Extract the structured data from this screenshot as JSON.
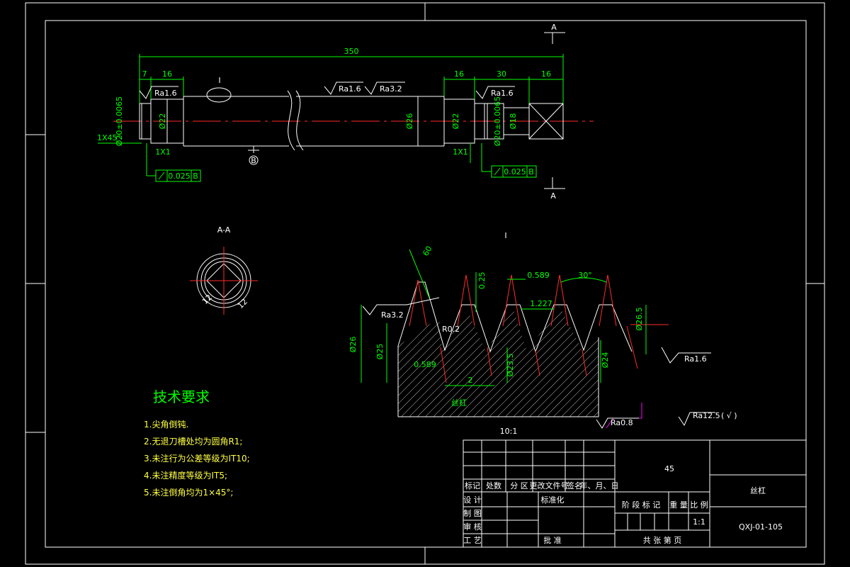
{
  "drawing": {
    "overall_length": "350",
    "dim_7": "7",
    "dim_16a": "16",
    "dim_16b": "16",
    "dim_30": "30",
    "dim_16c": "16",
    "dia_left_bearing": "Ø20±0.0065",
    "dia_22_left": "Ø22",
    "dia_26": "Ø26",
    "dia_22_right": "Ø22",
    "dia_20_right": "Ø20±0.0065",
    "dia_18": "Ø18",
    "chamfer_left": "1X45°",
    "groove_left": "1X1",
    "groove_right": "1X1",
    "ra_left": "Ra1.6",
    "ra_mid1": "Ra1.6",
    "ra_mid2": "Ra3.2",
    "ra_right": "Ra1.6",
    "tol_left_val": "0.025",
    "tol_left_ref": "B",
    "tol_right_val": "0.025",
    "tol_right_ref": "B",
    "detail_mark": "I",
    "datum_b": "B",
    "section_a_top": "A",
    "section_a_bottom": "A"
  },
  "section": {
    "title": "A-A",
    "dim_left": "12",
    "dim_right": "12"
  },
  "detail": {
    "title": "I",
    "angle": "60",
    "dim_025": "0.25",
    "dim_0589": "0.589",
    "dim_1227": "1.227",
    "dim_30deg": "30°",
    "dia_265": "Ø26.5",
    "ra_32": "Ra3.2",
    "r02": "R0.2",
    "dia_26": "Ø26",
    "dia_25": "Ø25",
    "dim_0589b": "0.589",
    "dia_235": "Ø23.5",
    "dia_24": "Ø24",
    "dim_2": "2",
    "label": "丝杠",
    "ra_16": "Ra1.6",
    "ra_08": "Ra0.8",
    "scale": "10:1",
    "ra_general": "Ra12.5",
    "ra_general_tail": "(  √  )"
  },
  "notes": {
    "title": "技术要求",
    "items": [
      "1.尖角倒钝.",
      "2.无退刀槽处均为圆角R1;",
      "3.未注行为公差等级为IT10;",
      "4.未注精度等级为IT5;",
      "5.未注倒角均为1×45°;"
    ]
  },
  "title_block": {
    "material": "45",
    "part_name": "丝杠",
    "drawing_no": "QXJ-01-105",
    "rev_headers": [
      "标记",
      "处数",
      "分 区",
      "更改文件号",
      "签名",
      "年、月、日"
    ],
    "design": "设 计",
    "standardize": "标准化",
    "draw": "制 图",
    "check": "审 核",
    "process": "工 艺",
    "approve": "批 准",
    "stage_headers": [
      "阶 段 标 记",
      "重 量",
      "比 例"
    ],
    "scale": "1:1",
    "sheet_info": "共   张   第   页"
  },
  "colors": {
    "background": "#000000",
    "outline": "#ffffff",
    "dimension": "#00ff00",
    "center": "#ff2a2a",
    "note_text": "#ffff44",
    "callout": "#ff00ff"
  }
}
